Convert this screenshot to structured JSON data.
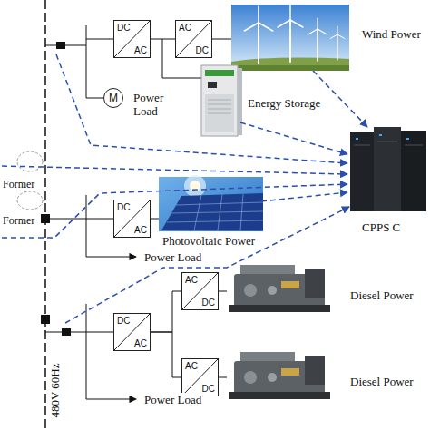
{
  "diagram": {
    "nodes": [
      {
        "text": [
          "DC",
          "AC"
        ]
      },
      {
        "text": [
          "AC",
          "DC"
        ]
      },
      {
        "text": [
          "M"
        ]
      },
      {
        "text": [
          "DC",
          "AC"
        ]
      },
      {
        "text": [
          "DC",
          "AC"
        ]
      },
      {
        "text": [
          "AC",
          "DC"
        ]
      },
      {
        "text": [
          "AC",
          "DC"
        ]
      }
    ],
    "edges": [
      {
        "from": 0,
        "to": 1,
        "arrow": "none"
      },
      {
        "from": 4,
        "to": 5,
        "arrow": "none"
      },
      {
        "from": 4,
        "to": 6,
        "arrow": "none"
      }
    ],
    "labels": [
      "Wind Power",
      "Energy Storage",
      "Power Load",
      "Former",
      "Former",
      "Photovoltaic Power",
      "Power Load",
      "CPPS C",
      "Diesel Power",
      "Diesel Power",
      "Power Load",
      "480V 60Hz"
    ]
  }
}
